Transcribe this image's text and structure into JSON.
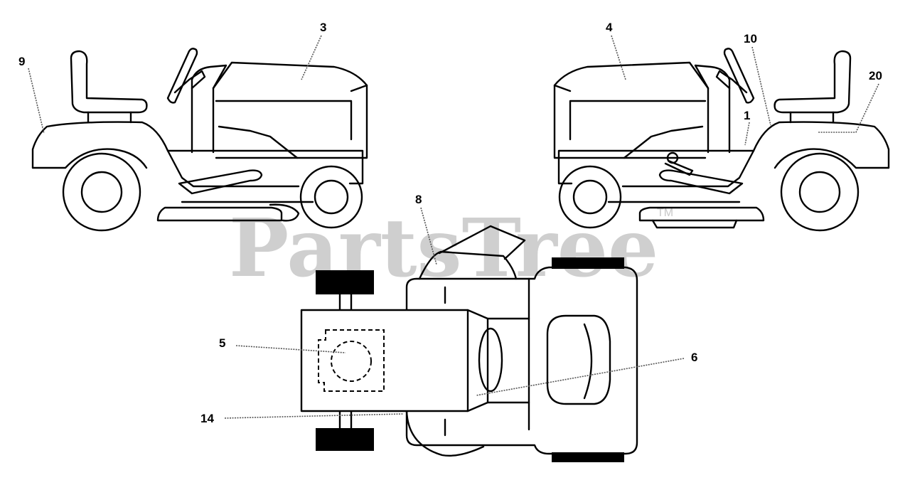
{
  "watermark": {
    "brand": "PartsTree",
    "trademark": "TM"
  },
  "callouts": [
    {
      "id": "c9",
      "label": "9"
    },
    {
      "id": "c3",
      "label": "3"
    },
    {
      "id": "c4",
      "label": "4"
    },
    {
      "id": "c10",
      "label": "10"
    },
    {
      "id": "c20",
      "label": "20"
    },
    {
      "id": "c1",
      "label": "1"
    },
    {
      "id": "c8",
      "label": "8"
    },
    {
      "id": "c5",
      "label": "5"
    },
    {
      "id": "c6",
      "label": "6"
    },
    {
      "id": "c14",
      "label": "14"
    }
  ]
}
